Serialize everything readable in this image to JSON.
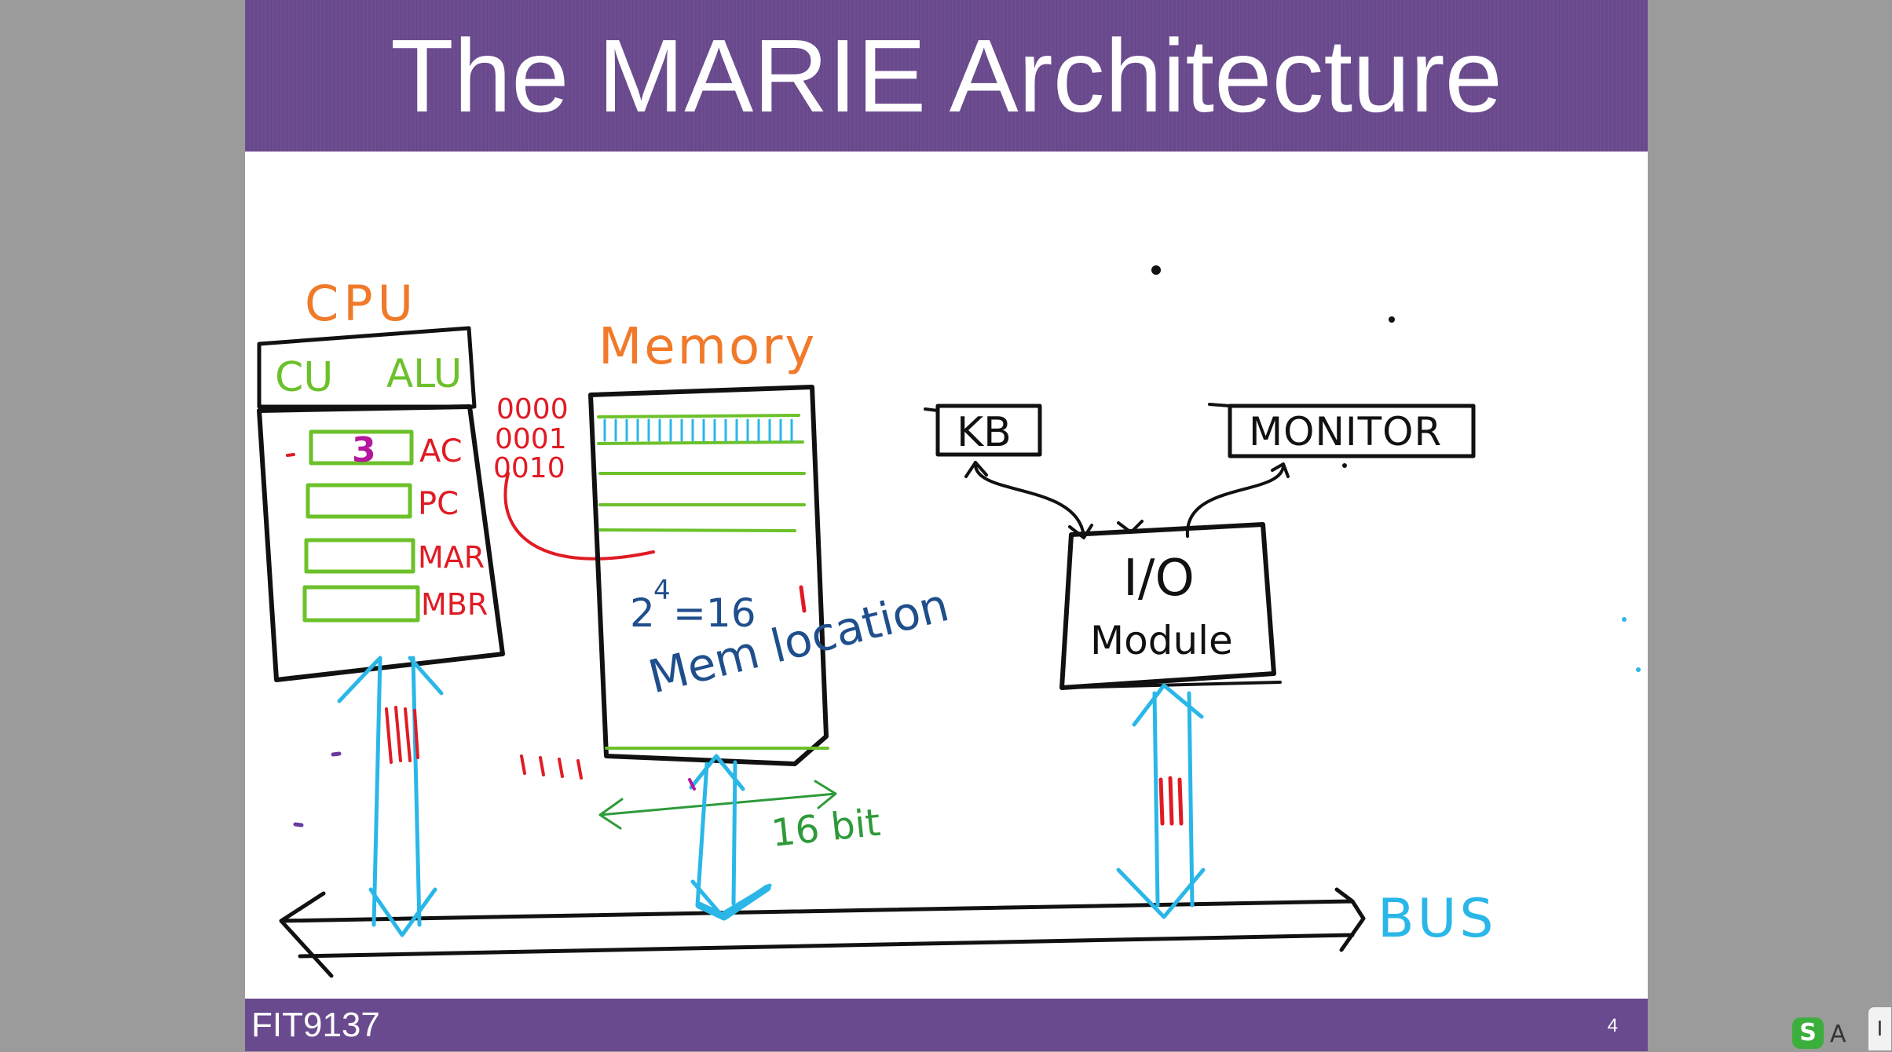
{
  "slide": {
    "title": "The MARIE Architecture",
    "course_code": "FIT9137",
    "page_number": "4"
  },
  "annotations": {
    "cpu_label": "CPU",
    "cu_label": "CU",
    "alu_label": "ALU",
    "register_values": {
      "ac": "3"
    },
    "registers": [
      "AC",
      "PC",
      "MAR",
      "MBR"
    ],
    "memory_label": "Memory",
    "addresses": [
      "0000",
      "0001",
      "0010"
    ],
    "memory_formula_base": "2",
    "memory_formula_exp": "4",
    "memory_formula_rest": "=16",
    "memory_locations": "Mem location",
    "word_size": "16 bit",
    "kb_label": "KB",
    "monitor_label": "MONITOR",
    "io_label_1": "I/O",
    "io_label_2": "Module",
    "bus_label": "BUS"
  },
  "colors": {
    "header_purple": "#6a4a8e",
    "cpu_orange": "#f07a2a",
    "register_green": "#6cc12a",
    "register_red": "#e01b24",
    "bus_blue": "#2ab7e8",
    "note_navy": "#1f4e8c",
    "accent_magenta": "#b4169c"
  },
  "toolbar": {
    "app_icon": "S",
    "mode_text": "A",
    "tab_text": "I"
  }
}
